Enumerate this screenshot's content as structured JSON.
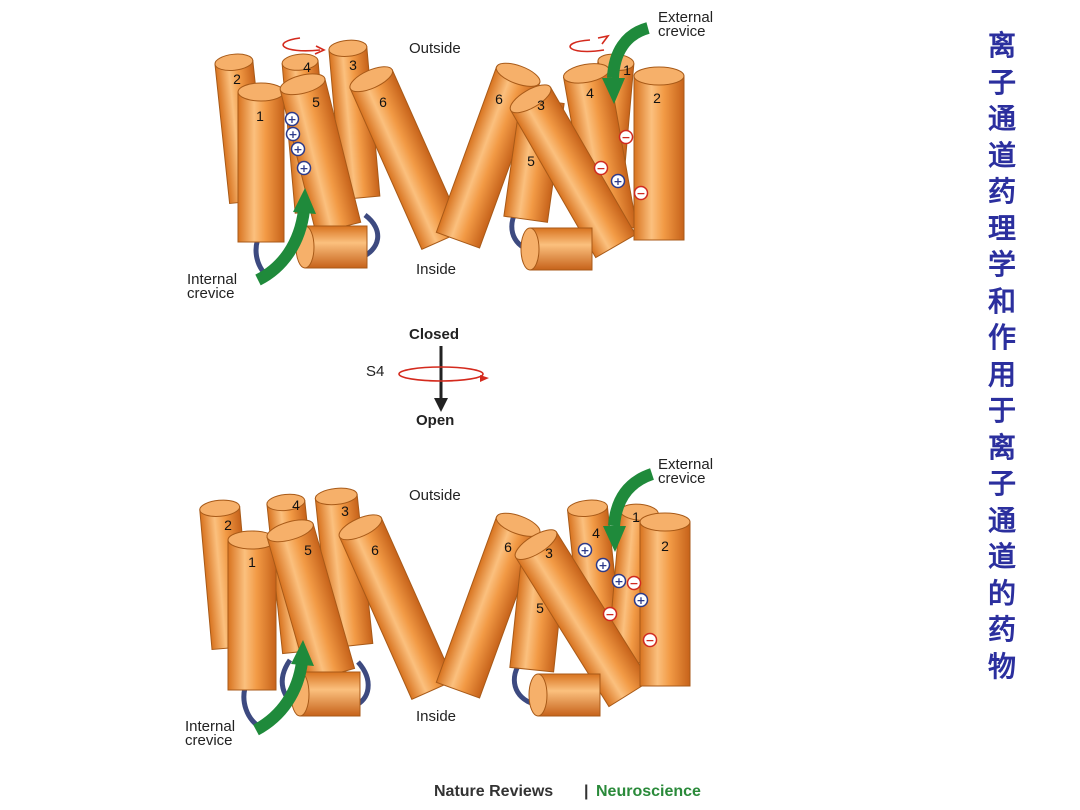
{
  "title_vertical": "离子通道药理学和作用于离子通道的药物",
  "colors": {
    "helix": "#f0983f",
    "helix_edge": "#a85a18",
    "loop": "#3d4a80",
    "arrow_green": "#1f8a3b",
    "rotation_red": "#d42a1d",
    "title_blue": "#2b2f9e",
    "neuro_green": "#2a8a3a",
    "plus": "#2c3a8a",
    "minus": "#d02a20"
  },
  "diagram": {
    "closed_panel": {
      "outside_label": "Outside",
      "inside_label": "Inside",
      "external_label_1": "External",
      "external_label_2": "crevice",
      "internal_label_1": "Internal",
      "internal_label_2": "crevice",
      "left_helices": [
        "2",
        "4",
        "3",
        "1",
        "5",
        "6"
      ],
      "right_helices": [
        "6",
        "3",
        "1",
        "4",
        "2",
        "5"
      ],
      "plus_sign": "+",
      "minus_sign": "−"
    },
    "open_panel": {
      "outside_label": "Outside",
      "inside_label": "Inside",
      "external_label_1": "External",
      "external_label_2": "crevice",
      "internal_label_1": "Internal",
      "internal_label_2": "crevice",
      "left_helices": [
        "2",
        "4",
        "3",
        "1",
        "5",
        "6"
      ],
      "right_helices": [
        "6",
        "3",
        "4",
        "1",
        "2",
        "5"
      ],
      "plus_sign": "+",
      "minus_sign": "−"
    },
    "transition": {
      "closed_label": "Closed",
      "open_label": "Open",
      "s4_label": "S4"
    }
  },
  "credit": {
    "journal": "Nature Reviews",
    "separator": "|",
    "section": "Neuroscience"
  }
}
